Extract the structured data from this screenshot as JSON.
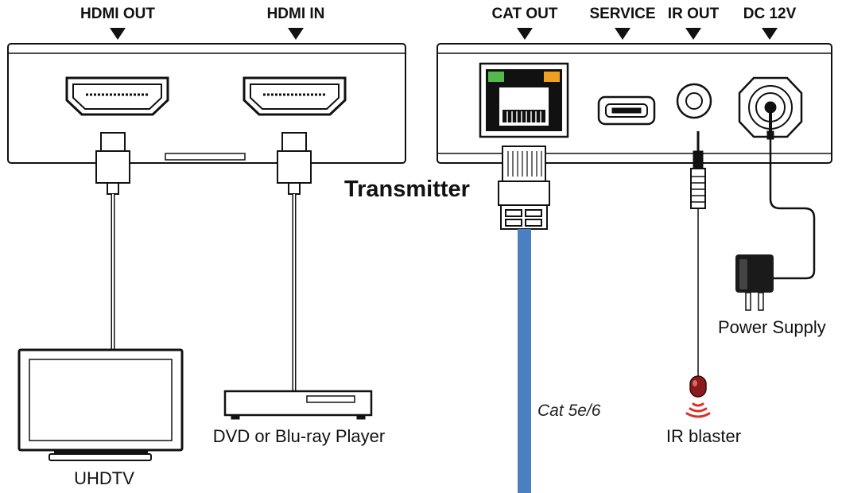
{
  "ports": {
    "hdmi_out": "HDMI OUT",
    "hdmi_in": "HDMI IN",
    "cat_out": "CAT OUT",
    "service": "SERVICE",
    "ir_out": "IR OUT",
    "dc_12v": "DC 12V"
  },
  "device_title": "Transmitter",
  "devices": {
    "tv": "UHDTV",
    "player": "DVD or Blu-ray Player",
    "power": "Power Supply",
    "ir": "IR blaster"
  },
  "cable_label": "Cat 5e/6",
  "colors": {
    "cat_cable": "#4a7fc1",
    "led_green": "#55b84a",
    "led_amber": "#f0a020",
    "ir_bulb": "#8b1a1a",
    "ir_signal": "#d9302a"
  },
  "icons": [
    "hdmi-port-icon",
    "rj45-port-icon",
    "micro-usb-port-icon",
    "audio-jack-icon",
    "dc-jack-icon",
    "arrow-down-icon",
    "tv-icon",
    "disc-player-icon",
    "power-adapter-icon",
    "ir-blaster-icon"
  ]
}
